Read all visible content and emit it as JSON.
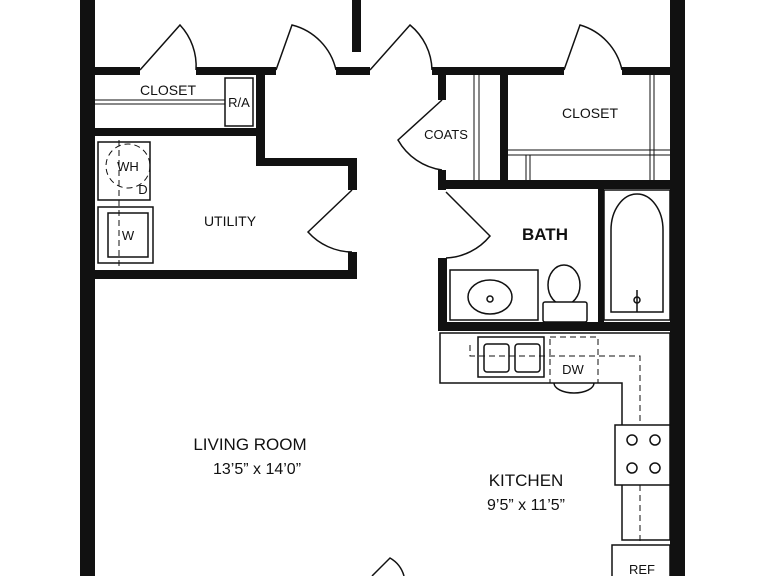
{
  "rooms": {
    "closet_left": "CLOSET",
    "ra": "R/A",
    "closet_right": "CLOSET",
    "coats": "COATS",
    "utility": "UTILITY",
    "wh": "WH",
    "dryer": "D",
    "washer": "W",
    "bath": "BATH",
    "dw": "DW",
    "living_room": {
      "name": "LIVING ROOM",
      "dims": "13’5” x 14’0”"
    },
    "kitchen": {
      "name": "KITCHEN",
      "dims": "9’5” x 11’5”"
    },
    "ref": "REF"
  }
}
